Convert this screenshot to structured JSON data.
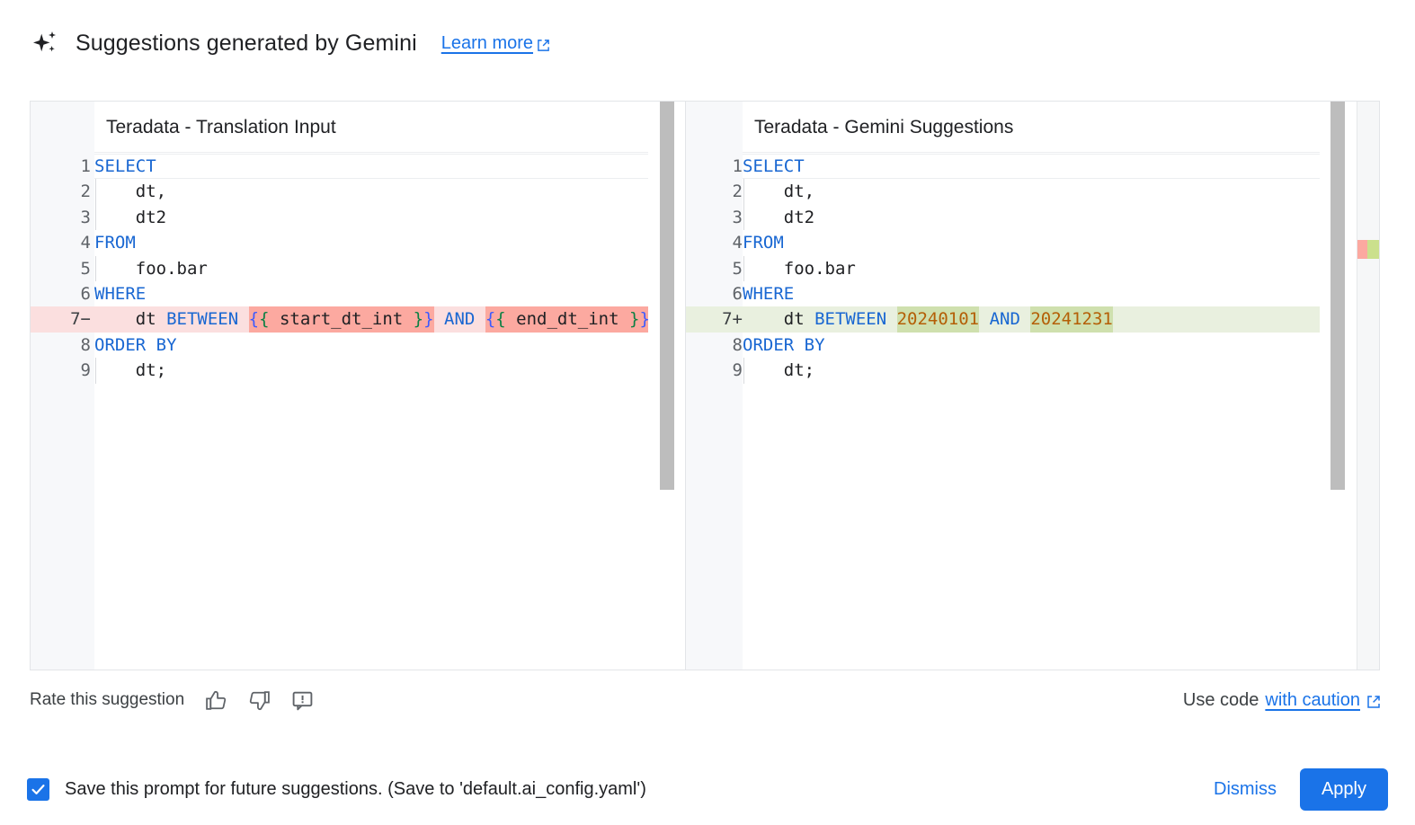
{
  "header": {
    "sparkle_icon": "sparkle-icon",
    "title": "Suggestions generated by Gemini",
    "learn_more": "Learn more",
    "external_link_icon": "external-link-icon"
  },
  "diff": {
    "left": {
      "title": "Teradata - Translation Input",
      "lines": [
        {
          "no": "1",
          "sign": "",
          "type": "ctx",
          "indent": false,
          "tokens": [
            {
              "t": "SELECT",
              "c": "k"
            }
          ]
        },
        {
          "no": "2",
          "sign": "",
          "type": "ctx",
          "indent": true,
          "tokens": [
            {
              "t": "    dt,",
              "c": "id"
            }
          ]
        },
        {
          "no": "3",
          "sign": "",
          "type": "ctx",
          "indent": true,
          "tokens": [
            {
              "t": "    dt2",
              "c": "id"
            }
          ]
        },
        {
          "no": "4",
          "sign": "",
          "type": "ctx",
          "indent": false,
          "tokens": [
            {
              "t": "FROM",
              "c": "k"
            }
          ]
        },
        {
          "no": "5",
          "sign": "",
          "type": "ctx",
          "indent": true,
          "tokens": [
            {
              "t": "    foo.bar",
              "c": "id"
            }
          ]
        },
        {
          "no": "6",
          "sign": "",
          "type": "ctx",
          "indent": false,
          "tokens": [
            {
              "t": "WHERE",
              "c": "k"
            }
          ]
        },
        {
          "no": "7",
          "sign": "−",
          "type": "del",
          "indent": false,
          "tokens": [
            {
              "t": "    dt ",
              "c": "id"
            },
            {
              "t": "BETWEEN",
              "c": "k"
            },
            {
              "t": " ",
              "c": "id"
            },
            {
              "t": "{",
              "c": "b1 hl"
            },
            {
              "t": "{",
              "c": "b2 hl"
            },
            {
              "t": " start_dt_int ",
              "c": "id hl"
            },
            {
              "t": "}",
              "c": "b2 hl"
            },
            {
              "t": "}",
              "c": "b1 hl"
            },
            {
              "t": " ",
              "c": "id"
            },
            {
              "t": "AND",
              "c": "k"
            },
            {
              "t": " ",
              "c": "id"
            },
            {
              "t": "{",
              "c": "b1 hl"
            },
            {
              "t": "{",
              "c": "b2 hl"
            },
            {
              "t": " end_dt_int ",
              "c": "id hl"
            },
            {
              "t": "}",
              "c": "b2 hl"
            },
            {
              "t": "}",
              "c": "b1 hl"
            }
          ]
        },
        {
          "no": "8",
          "sign": "",
          "type": "ctx",
          "indent": false,
          "tokens": [
            {
              "t": "ORDER BY",
              "c": "k"
            }
          ]
        },
        {
          "no": "9",
          "sign": "",
          "type": "ctx",
          "indent": true,
          "tokens": [
            {
              "t": "    dt;",
              "c": "id"
            }
          ]
        }
      ]
    },
    "right": {
      "title": "Teradata - Gemini Suggestions",
      "lines": [
        {
          "no": "1",
          "sign": "",
          "type": "ctx",
          "indent": false,
          "tokens": [
            {
              "t": "SELECT",
              "c": "k"
            }
          ]
        },
        {
          "no": "2",
          "sign": "",
          "type": "ctx",
          "indent": true,
          "tokens": [
            {
              "t": "    dt,",
              "c": "id"
            }
          ]
        },
        {
          "no": "3",
          "sign": "",
          "type": "ctx",
          "indent": true,
          "tokens": [
            {
              "t": "    dt2",
              "c": "id"
            }
          ]
        },
        {
          "no": "4",
          "sign": "",
          "type": "ctx",
          "indent": false,
          "tokens": [
            {
              "t": "FROM",
              "c": "k"
            }
          ]
        },
        {
          "no": "5",
          "sign": "",
          "type": "ctx",
          "indent": true,
          "tokens": [
            {
              "t": "    foo.bar",
              "c": "id"
            }
          ]
        },
        {
          "no": "6",
          "sign": "",
          "type": "ctx",
          "indent": false,
          "tokens": [
            {
              "t": "WHERE",
              "c": "k"
            }
          ]
        },
        {
          "no": "7",
          "sign": "+",
          "type": "add",
          "indent": false,
          "tokens": [
            {
              "t": "    dt ",
              "c": "id"
            },
            {
              "t": "BETWEEN",
              "c": "k"
            },
            {
              "t": " ",
              "c": "id"
            },
            {
              "t": "20240101",
              "c": "n hl"
            },
            {
              "t": " ",
              "c": "id"
            },
            {
              "t": "AND",
              "c": "k"
            },
            {
              "t": " ",
              "c": "id"
            },
            {
              "t": "20241231",
              "c": "n hl"
            }
          ]
        },
        {
          "no": "8",
          "sign": "",
          "type": "ctx",
          "indent": false,
          "tokens": [
            {
              "t": "ORDER BY",
              "c": "k"
            }
          ]
        },
        {
          "no": "9",
          "sign": "",
          "type": "ctx",
          "indent": true,
          "tokens": [
            {
              "t": "    dt;",
              "c": "id"
            }
          ]
        }
      ]
    },
    "overview_markers": [
      {
        "color": "#fca9a0",
        "name": "overview-removed-marker"
      },
      {
        "color": "#cbe08d",
        "name": "overview-added-marker"
      }
    ]
  },
  "rate": {
    "label": "Rate this suggestion",
    "thumb_up_icon": "thumb-up-icon",
    "thumb_down_icon": "thumb-down-icon",
    "report_icon": "report-icon",
    "caution_prefix": "Use code",
    "caution_link": "with caution",
    "caution_external_icon": "external-link-icon"
  },
  "footer": {
    "checkbox_checked": true,
    "check_icon": "checkmark-icon",
    "save_label": "Save this prompt for future suggestions. (Save to 'default.ai_config.yaml')",
    "dismiss_label": "Dismiss",
    "apply_label": "Apply"
  },
  "colors": {
    "accent": "#1a73e8",
    "removed_bg": "#fbdfdf",
    "removed_hl": "#fca9a0",
    "added_bg": "#e9f0df",
    "added_hl": "#cfe0ae",
    "keyword": "#1967d2",
    "number": "#b45f06"
  }
}
